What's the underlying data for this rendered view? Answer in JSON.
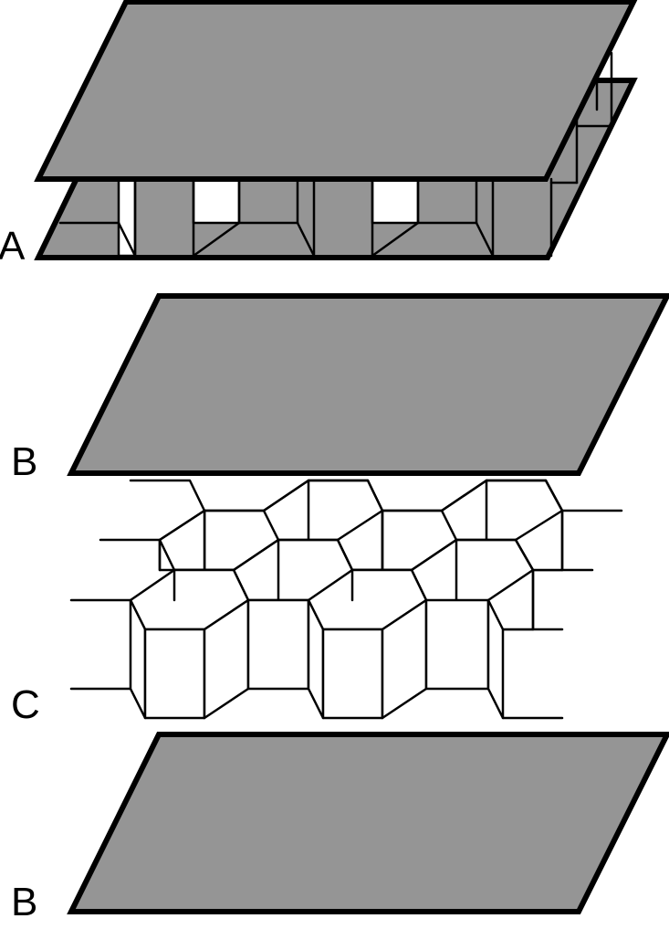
{
  "labels": {
    "a": "A",
    "b_top": "B",
    "c": "C",
    "b_bottom": "B"
  },
  "colors": {
    "plate": "#959595",
    "outline": "#000000",
    "background": "#ffffff"
  }
}
